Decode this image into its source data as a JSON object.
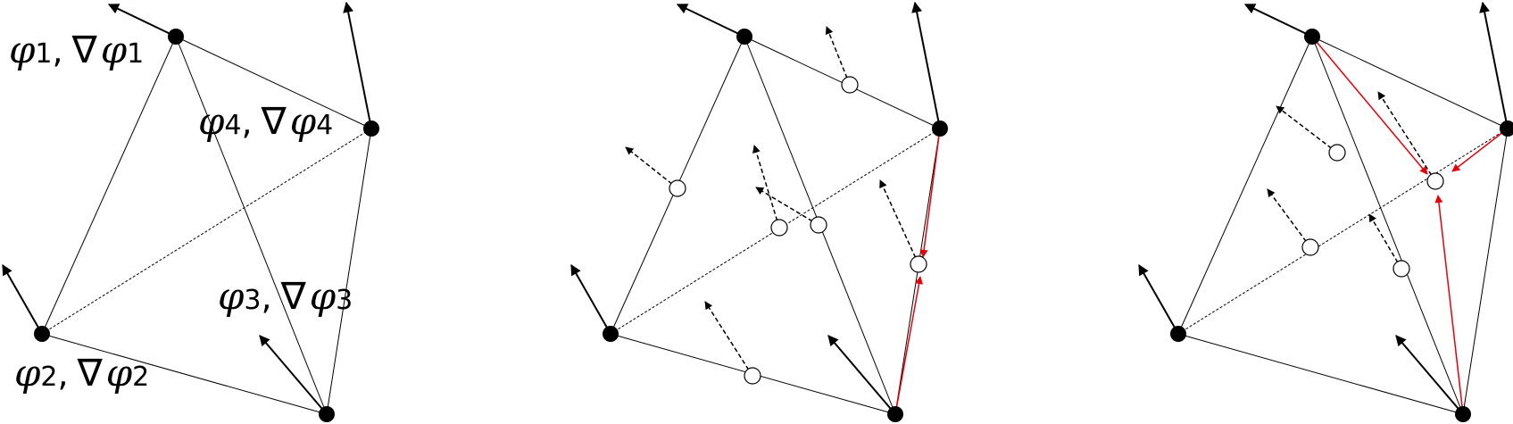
{
  "labels": {
    "phi_symbol": "φ",
    "nabla_symbol": "∇",
    "v1_sub": "1",
    "v2_sub": "2",
    "v3_sub": "3",
    "v4_sub": "4",
    "separator": ","
  },
  "colors": {
    "edge": "#000000",
    "hidden_edge": "#000000",
    "highlight": "#e8000b",
    "node_fill": "#000000",
    "hollow_fill": "#ffffff"
  }
}
